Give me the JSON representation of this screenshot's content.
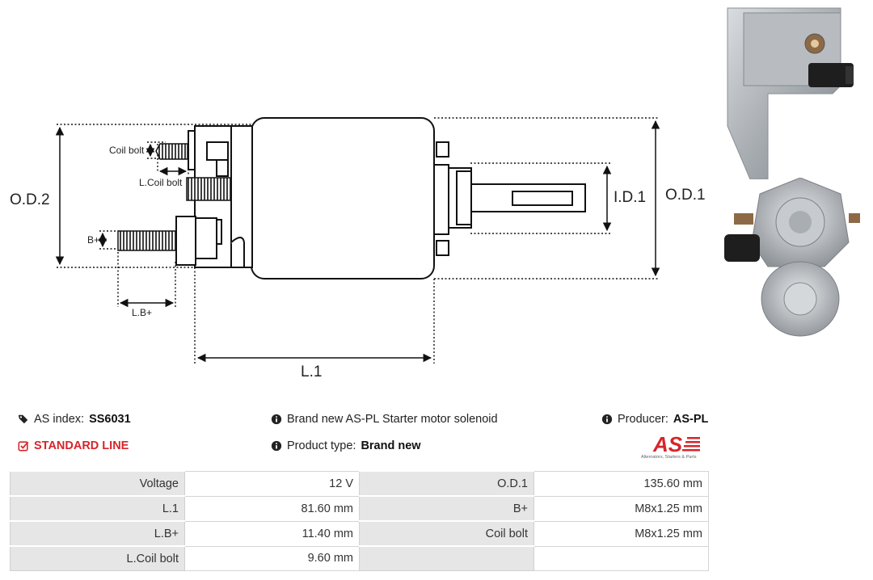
{
  "diagram": {
    "labels": {
      "coil_bolt": "Coil bolt",
      "l_coil_bolt": "L.Coil bolt",
      "b_plus": "B+",
      "l_b_plus": "L.B+",
      "od2": "O.D.2",
      "od1": "O.D.1",
      "id1": "I.D.1",
      "l1": "L.1"
    }
  },
  "info": {
    "as_index_label": "AS index:",
    "as_index_value": "SS6031",
    "line": "STANDARD LINE",
    "description": "Brand new AS-PL Starter motor solenoid",
    "product_type_label": "Product type:",
    "product_type_value": "Brand new",
    "producer_label": "Producer:",
    "producer_value": "AS-PL",
    "logo_text": "AS",
    "logo_tagline": "Alternators, Starters & Parts"
  },
  "colors": {
    "accent_red": "#d6262b",
    "label_bg": "#e6e6e6"
  },
  "specs": {
    "rows": [
      {
        "l1": "Voltage",
        "v1": "12 V",
        "l2": "O.D.1",
        "v2": "135.60 mm"
      },
      {
        "l1": "L.1",
        "v1": "81.60 mm",
        "l2": "B+",
        "v2": "M8x1.25 mm"
      },
      {
        "l1": "L.B+",
        "v1": "11.40 mm",
        "l2": "Coil bolt",
        "v2": "M8x1.25 mm"
      },
      {
        "l1": "L.Coil bolt",
        "v1": "9.60 mm",
        "l2": "",
        "v2": ""
      }
    ]
  }
}
